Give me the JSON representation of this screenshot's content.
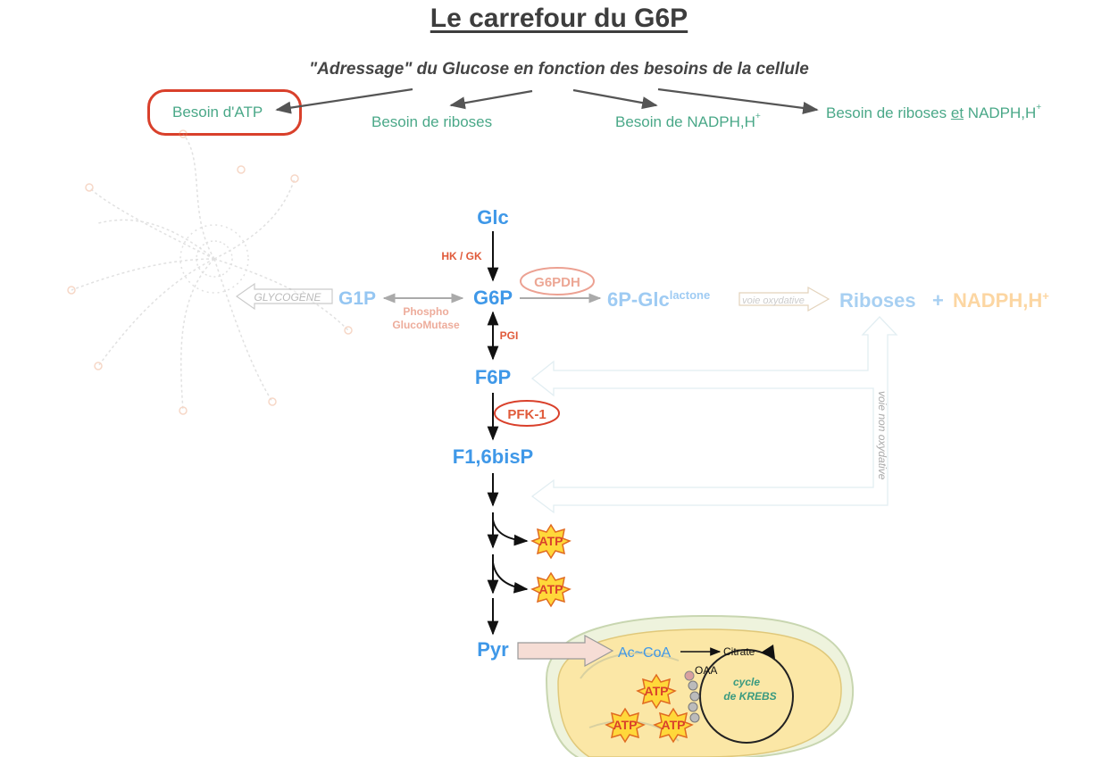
{
  "title": "Le carrefour du G6P",
  "subtitle": "\"Adressage\" du Glucose en fonction des besoins de la cellule",
  "needs": {
    "atp": "Besoin d'ATP",
    "riboses": "Besoin de riboses",
    "nadph": "Besoin de NADPH,H",
    "nadph_sup": "+",
    "both_a": "Besoin de riboses ",
    "both_et": "et",
    "both_b": " NADPH,H",
    "both_sup": "+"
  },
  "metabolites": {
    "glc": "Glc",
    "g6p": "G6P",
    "f6p": "F6P",
    "f16bp": "F1,6bisP",
    "pyr": "Pyr",
    "g1p": "G1P",
    "glcl": "6P-Glc",
    "glcl_sup": "lactone",
    "riboses": "Riboses",
    "plus": "+",
    "nadph": "NADPH,H",
    "nadph_sup": "+",
    "accoa": "Ac~CoA",
    "citrate": "Citrate",
    "oaa": "OAA"
  },
  "enzymes": {
    "hk": "HK / GK",
    "pgi": "PGI",
    "pfk": "PFK-1",
    "g6pdh": "G6PDH",
    "pgm1": "Phospho",
    "pgm2": "GlucoMutase"
  },
  "labels": {
    "glycogene": "GLYCOGÈNE",
    "voie_ox": "voie oxydative",
    "voie_nonox": "voie non oxydative",
    "cycle1": "cycle",
    "cycle2": "de KREBS",
    "atp": "ATP"
  },
  "colors": {
    "metabolite": "#3f98e8",
    "enzyme": "#e05a3a",
    "need": "#4aa888",
    "atp_fill": "#ffd83a",
    "highlight_ring": "#d9402b"
  }
}
